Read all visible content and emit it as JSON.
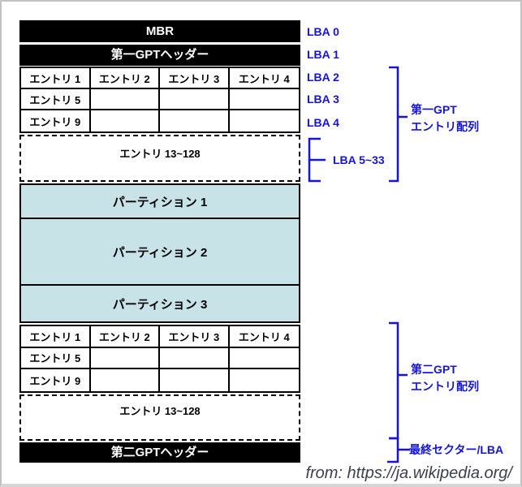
{
  "colors": {
    "accent_blue": "#1414dd",
    "partition_fill": "#c8e3e8",
    "bar_bg": "#000000",
    "bar_text": "#ffffff",
    "caption": "#3e3e4e"
  },
  "diagram": {
    "mbr": "MBR",
    "gpt_header_primary": "第一GPTヘッダー",
    "gpt_header_secondary": "第二GPTヘッダー",
    "entry_header": [
      "エントリ 1",
      "エントリ 2",
      "エントリ 3",
      "エントリ 4"
    ],
    "entry_row5": "エントリ 5",
    "entry_row9": "エントリ 9",
    "entry_range": "エントリ 13~128",
    "partitions": [
      "パーティション 1",
      "パーティション 2",
      "パーティション 3"
    ]
  },
  "annotations": {
    "lba_labels": [
      "LBA 0",
      "LBA 1",
      "LBA 2",
      "LBA 3",
      "LBA 4"
    ],
    "lba_range": "LBA 5~33",
    "primary_array_line1": "第一GPT",
    "primary_array_line2": "エントリ配列",
    "secondary_array_line1": "第二GPT",
    "secondary_array_line2": "エントリ配列",
    "last_sector": "最終セクター/LBA"
  },
  "caption": "from: https://ja.wikipedia.org/"
}
